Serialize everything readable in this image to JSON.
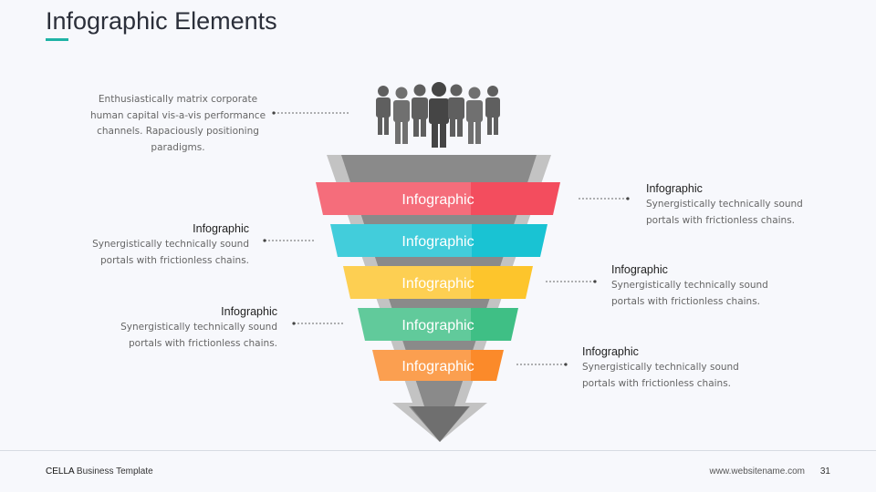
{
  "header": {
    "title": "Infographic Elements"
  },
  "intro_text": "Enthusiastically matrix corporate human capital vis-a-vis performance channels. Rapaciously positioning paradigms.",
  "levels": [
    {
      "label": "Infographic",
      "color": "#f34d5e"
    },
    {
      "label": "Infographic",
      "color": "#19c3d3"
    },
    {
      "label": "Infographic",
      "color": "#fdc52c"
    },
    {
      "label": "Infographic",
      "color": "#3fbf85"
    },
    {
      "label": "Infographic",
      "color": "#fb8a2a"
    }
  ],
  "notes": [
    {
      "heading": "Infographic",
      "line1": "Synergistically technically sound",
      "line2": "portals with frictionless chains."
    },
    {
      "heading": "Infographic",
      "line1": "Synergistically technically sound",
      "line2": "portals with frictionless chains."
    },
    {
      "heading": "Infographic",
      "line1": "Synergistically technically sound",
      "line2": "portals with frictionless chains."
    },
    {
      "heading": "Infographic",
      "line1": "Synergistically technically sound",
      "line2": "portals with frictionless chains."
    },
    {
      "heading": "Infographic",
      "line1": "Synergistically technically sound",
      "line2": "portals with frictionless chains."
    }
  ],
  "footer": {
    "brand": "CELLA",
    "template": "Business Template",
    "website": "www.websitename.com",
    "page": "31"
  }
}
